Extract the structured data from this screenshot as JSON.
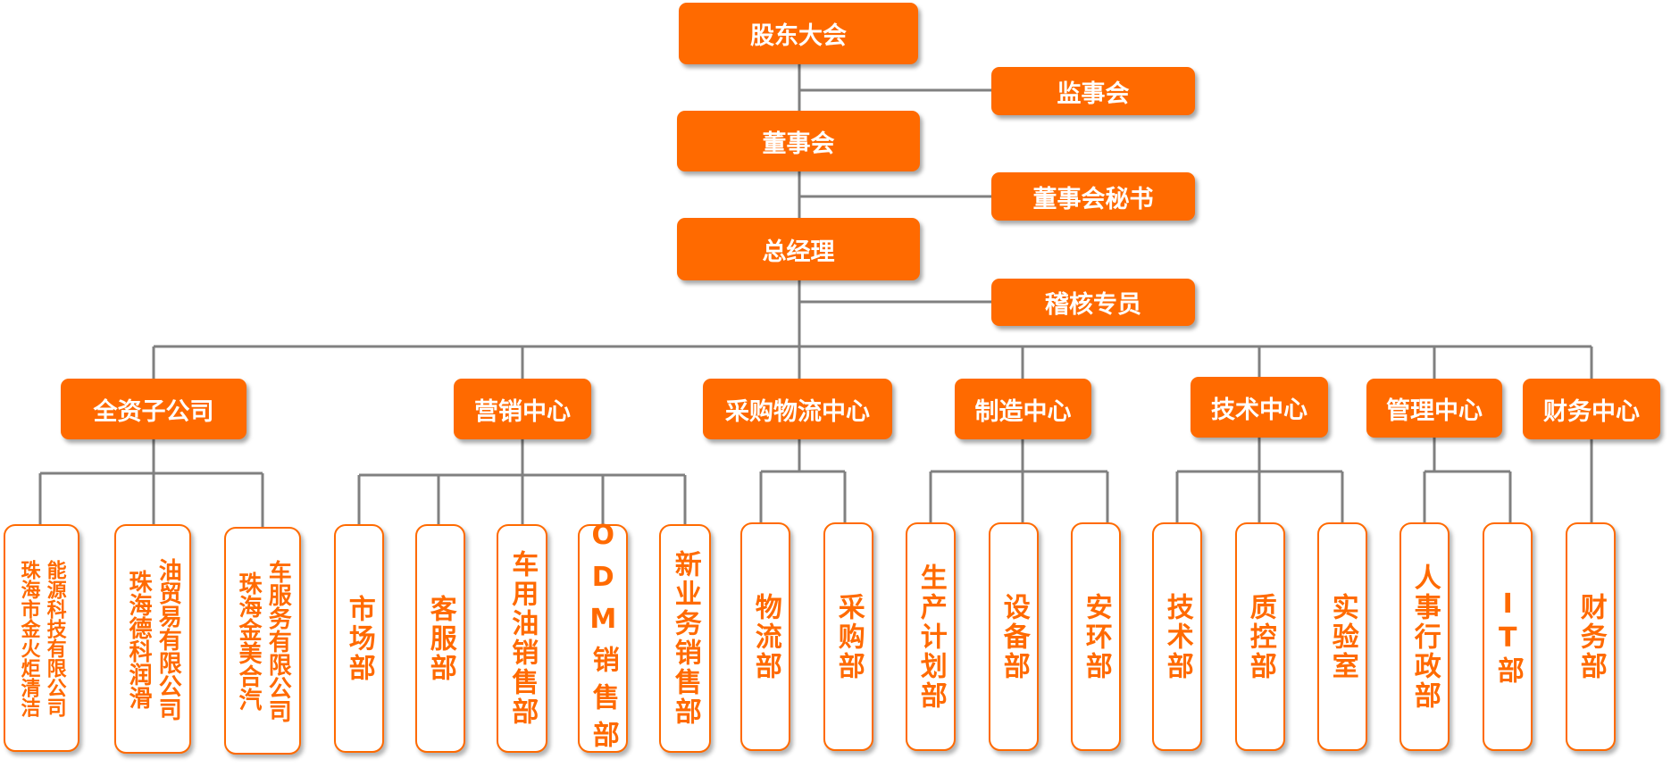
{
  "org": {
    "shareholders": "股东大会",
    "supervisors": "监事会",
    "board": "董事会",
    "board_secretary": "董事会秘书",
    "gm": "总经理",
    "auditor": "稽核专员",
    "centers": {
      "subsidiary": {
        "label": "全资子公司",
        "children": [
          [
            "能源科技有限公司",
            "珠海市金火炬清洁"
          ],
          [
            "油贸易有限公司",
            "珠海德科润滑"
          ],
          [
            "车服务有限公司",
            "珠海金美合汽"
          ]
        ]
      },
      "marketing": {
        "label": "营销中心",
        "children": [
          "市场部",
          "客服部",
          "车用油销售部",
          "ODM",
          "销售部",
          "新业务销售部"
        ]
      },
      "procurement": {
        "label": "采购物流中心",
        "children": [
          "物流部",
          "采购部"
        ]
      },
      "manufacturing": {
        "label": "制造中心",
        "children": [
          "生产计划部",
          "设备部",
          "安环部"
        ]
      },
      "technology": {
        "label": "技术中心",
        "children": [
          "技术部",
          "质控部",
          "实验室"
        ]
      },
      "management": {
        "label": "管理中心",
        "children": [
          "人事行政部",
          "IT部"
        ]
      },
      "finance": {
        "label": "财务中心",
        "children": [
          "财务部"
        ]
      }
    }
  },
  "colors": {
    "accent": "#ff6a00",
    "line": "#808080",
    "text_on_accent": "#ffffff"
  }
}
